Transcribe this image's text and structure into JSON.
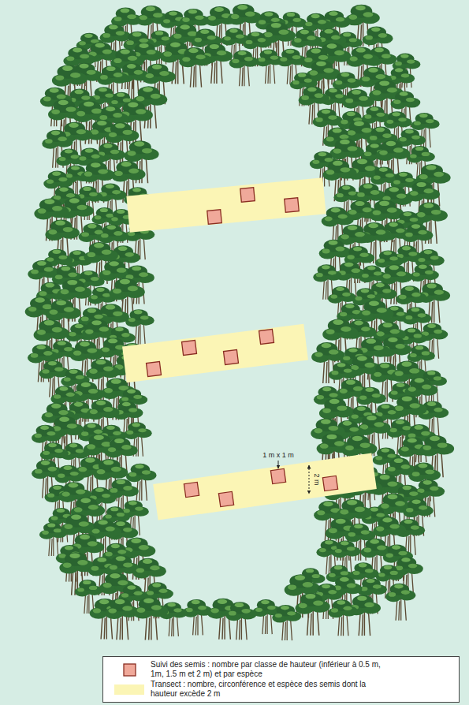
{
  "diagram": {
    "labels": [
      "1 m x 1 m",
      "2 m"
    ],
    "legend": [
      {
        "text": "Suivi des semis : nombre par classe de hauteur (inférieur à 0.5 m, 1m, 1.5 m et 2 m) et par espèce",
        "color": "#f0a99a"
      },
      {
        "text": "Transect : nombre, circonférence et espèce des semis dont la hauteur excède 2 m",
        "color": "#fbf5b5"
      }
    ]
  }
}
